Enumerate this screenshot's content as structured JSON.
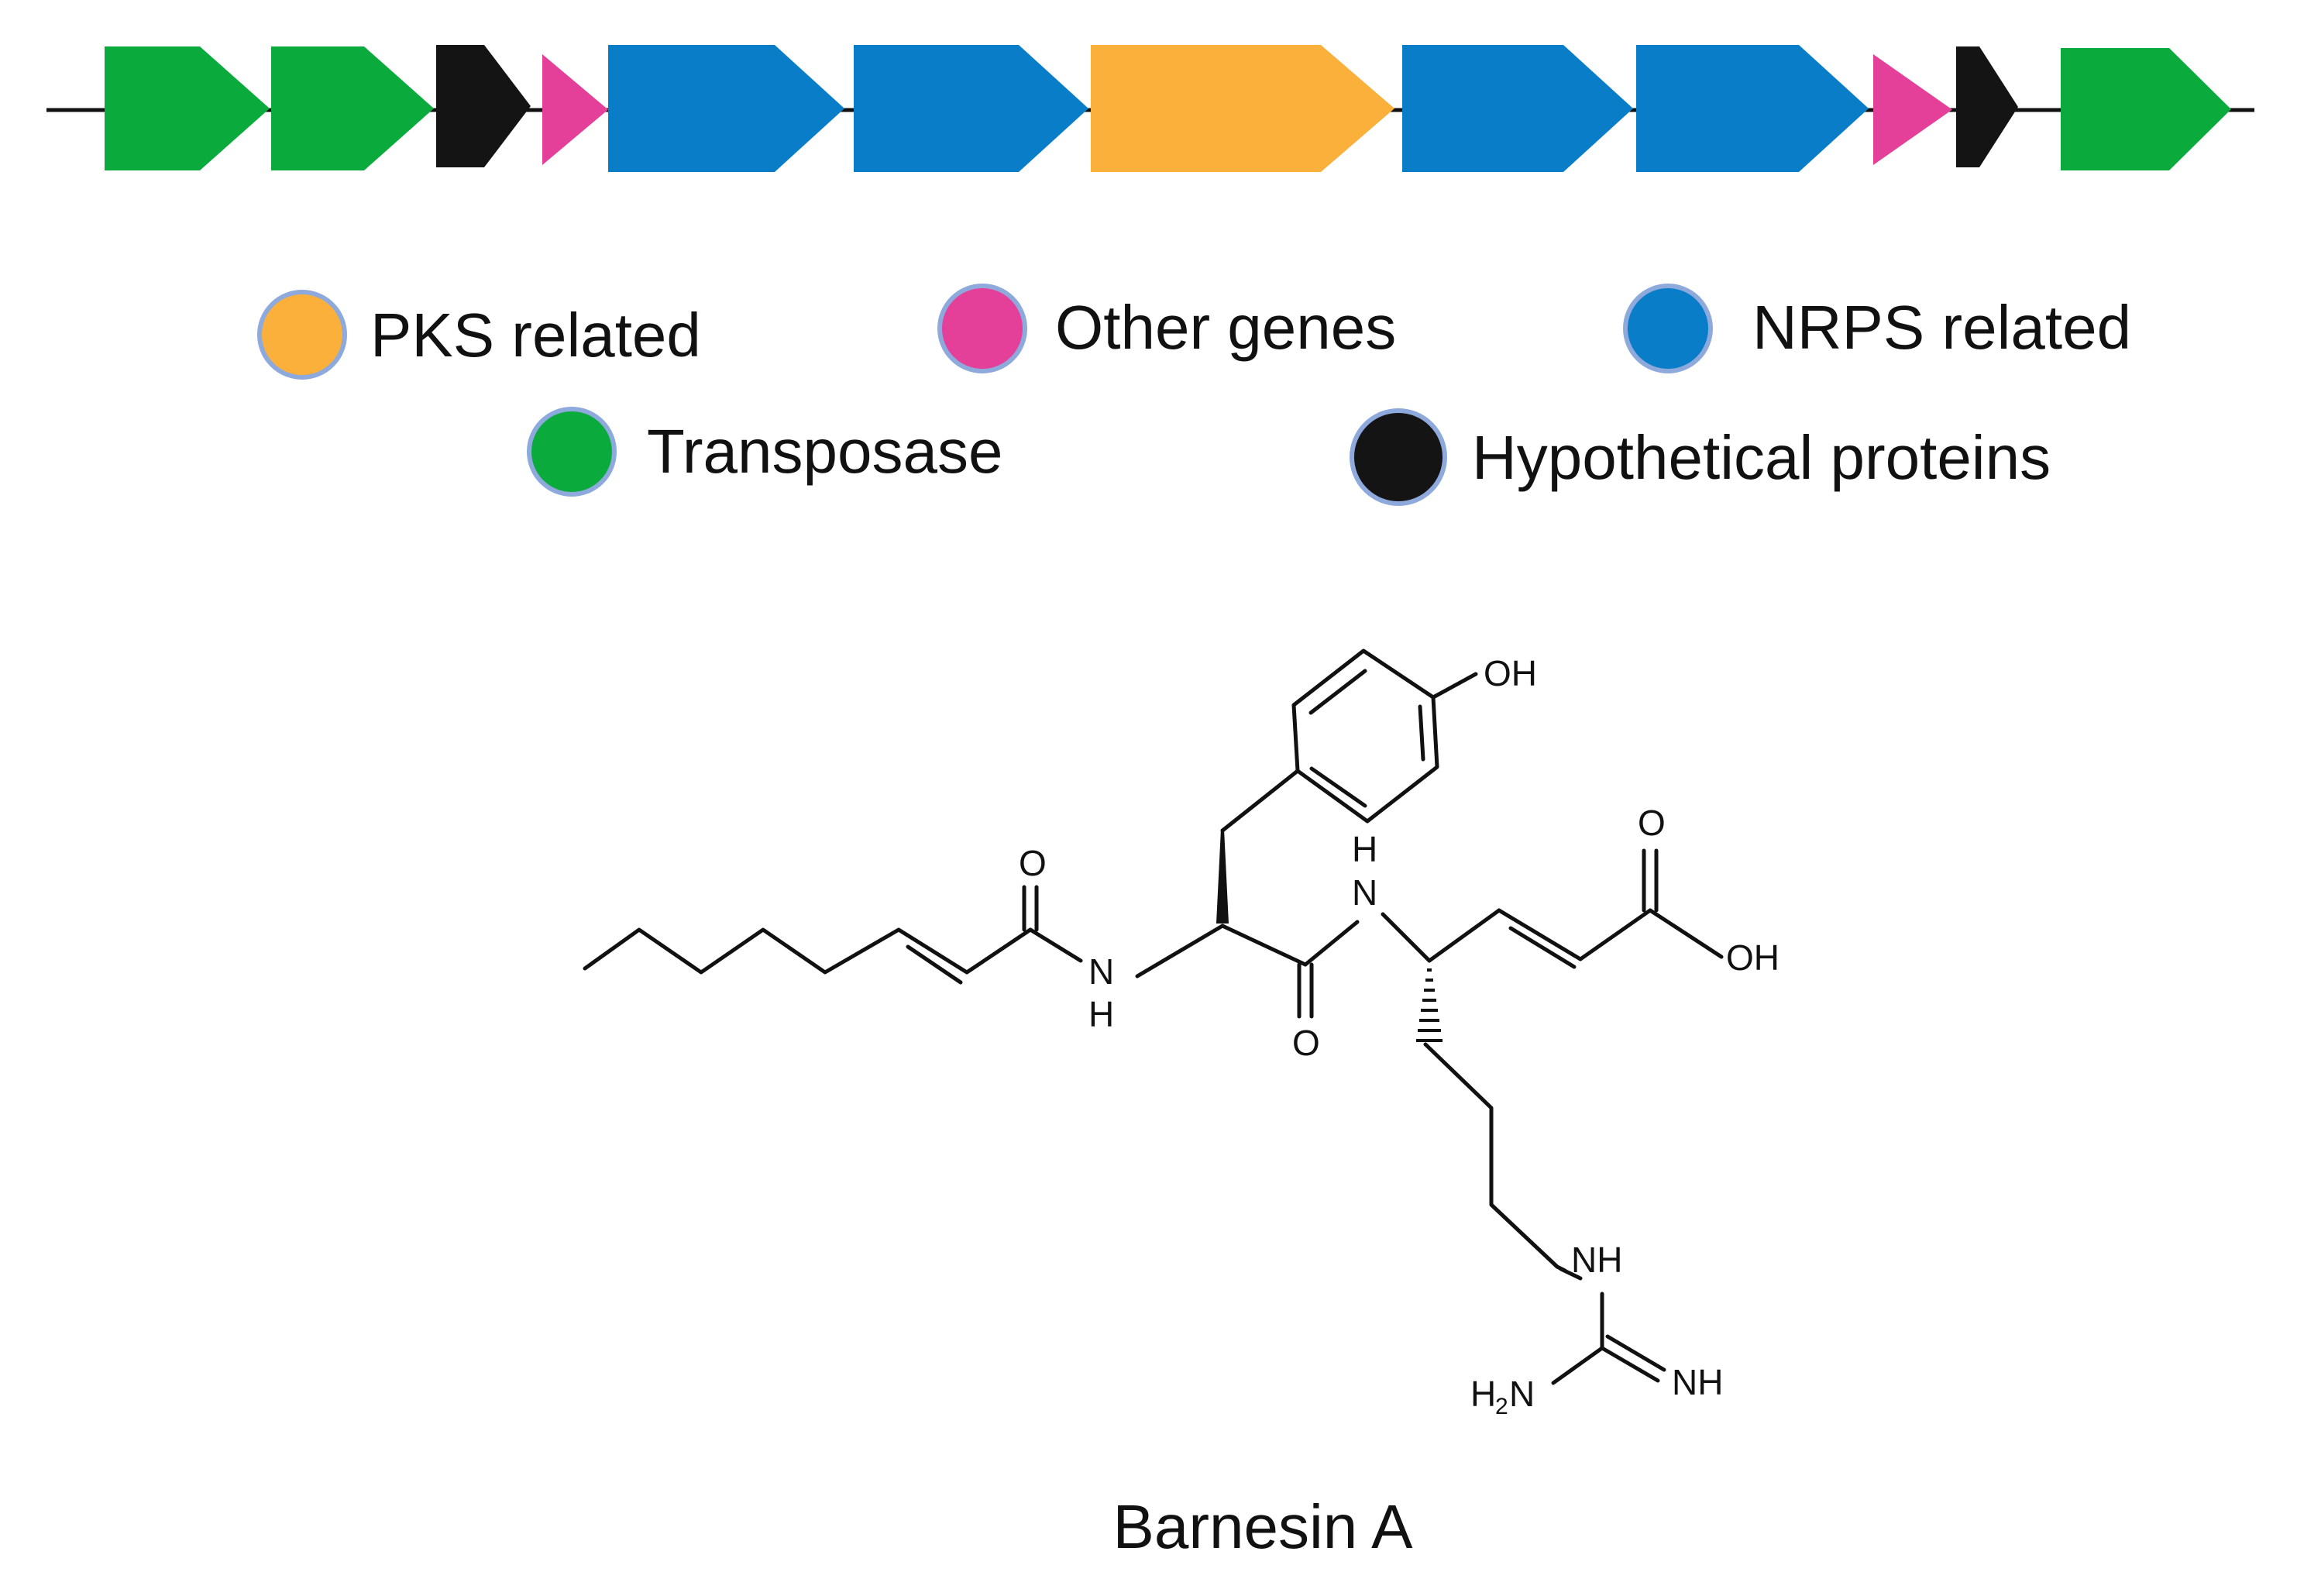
{
  "gene_cluster": {
    "genes": [
      {
        "category": "transposase"
      },
      {
        "category": "transposase"
      },
      {
        "category": "hypothetical"
      },
      {
        "category": "other"
      },
      {
        "category": "nrps"
      },
      {
        "category": "nrps"
      },
      {
        "category": "pks"
      },
      {
        "category": "nrps"
      },
      {
        "category": "nrps"
      },
      {
        "category": "other"
      },
      {
        "category": "hypothetical"
      },
      {
        "category": "transposase"
      }
    ]
  },
  "legend": {
    "items": [
      {
        "key": "pks",
        "label": "PKS related",
        "color": "#FBB03B",
        "icon": "orange-circle-icon"
      },
      {
        "key": "other",
        "label": "Other genes",
        "color": "#E4409A",
        "icon": "pink-circle-icon"
      },
      {
        "key": "nrps",
        "label": "NRPS related",
        "color": "#0A7DC8",
        "icon": "blue-circle-icon"
      },
      {
        "key": "transposase",
        "label": "Transposase",
        "color": "#0BAA3C",
        "icon": "green-circle-icon"
      },
      {
        "key": "hypothetical",
        "label": "Hypothetical proteins",
        "color": "#141414",
        "icon": "black-circle-icon"
      }
    ],
    "border_color": "#8EA9DB"
  },
  "molecule": {
    "name": "Barnesin A",
    "atom_labels": {
      "oh_phenol": "OH",
      "h_top": "H",
      "n_top": "N",
      "o_acid": "O",
      "oh_acid": "OH",
      "o_acyl": "O",
      "n_amide": "N",
      "h_amide": "H",
      "o_lower": "O",
      "nh_guan": "NH",
      "h2n_h": "H",
      "h2n_sub": "2",
      "h2n_n": "N",
      "nh_imine": "NH"
    }
  }
}
